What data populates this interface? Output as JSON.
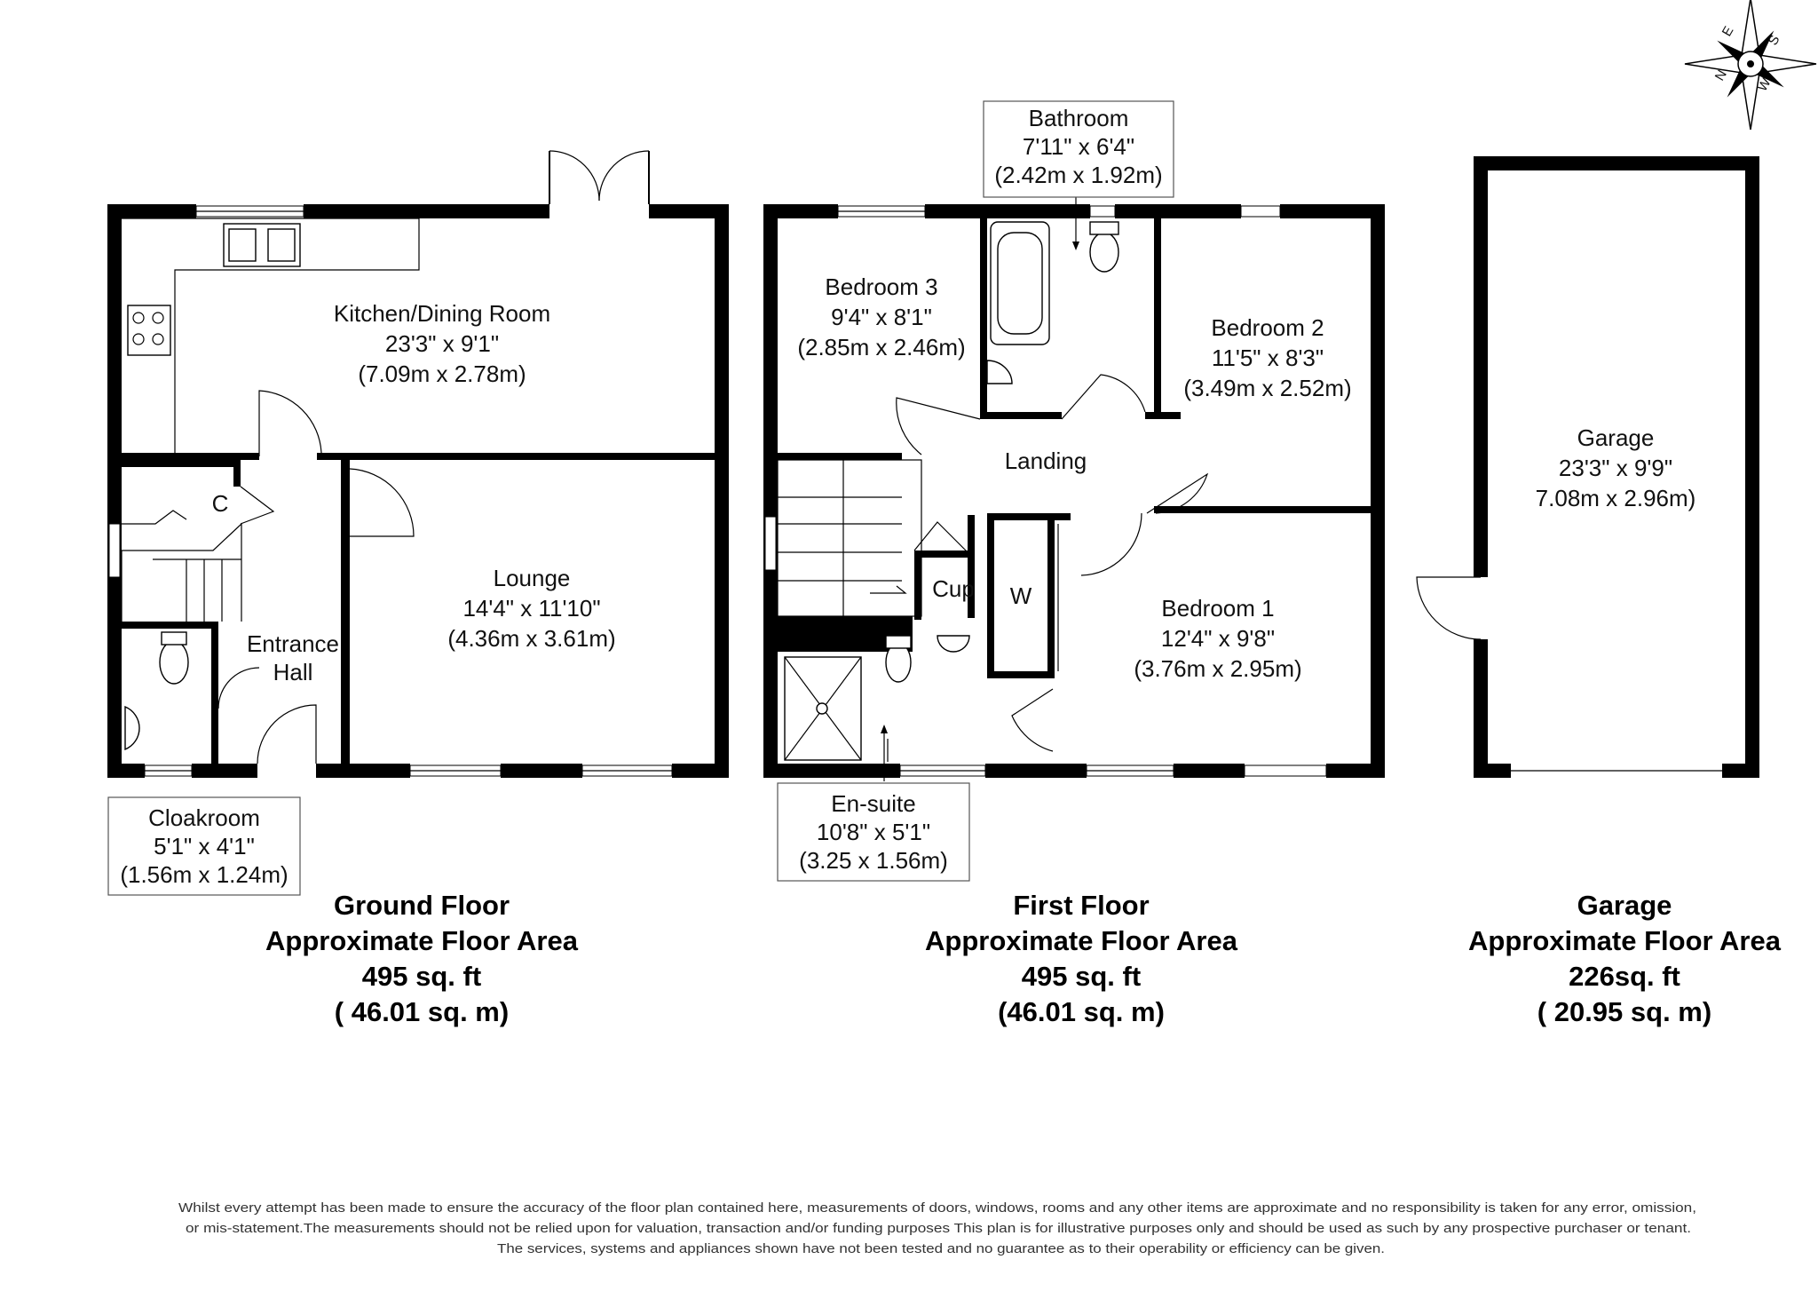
{
  "ground_floor": {
    "kitchen": {
      "name": "Kitchen/Dining Room",
      "imperial": "23'3\" x 9'1\"",
      "metric": "(7.09m x 2.78m)"
    },
    "lounge": {
      "name": "Lounge",
      "imperial": "14'4\" x 11'10\"",
      "metric": "(4.36m x 3.61m)"
    },
    "entrance": {
      "line1": "Entrance",
      "line2": "Hall"
    },
    "cupboard_label": "C",
    "cloakroom": {
      "name": "Cloakroom",
      "imperial": "5'1\" x 4'1\"",
      "metric": "(1.56m x 1.24m)"
    },
    "caption": {
      "title": "Ground Floor",
      "subtitle": "Approximate Floor Area",
      "sqft": "495 sq. ft",
      "sqm": "( 46.01 sq. m)"
    }
  },
  "first_floor": {
    "bathroom": {
      "name": "Bathroom",
      "imperial": "7'11\" x 6'4\"",
      "metric": "(2.42m x 1.92m)"
    },
    "bedroom3": {
      "name": "Bedroom 3",
      "imperial": "9'4\" x 8'1\"",
      "metric": "(2.85m x 2.46m)"
    },
    "bedroom2": {
      "name": "Bedroom 2",
      "imperial": "11'5\" x 8'3\"",
      "metric": "(3.49m x 2.52m)"
    },
    "bedroom1": {
      "name": "Bedroom 1",
      "imperial": "12'4\" x 9'8\"",
      "metric": "(3.76m x 2.95m)"
    },
    "landing": "Landing",
    "cup": "Cup",
    "wardrobe": "W",
    "ensuite": {
      "name": "En-suite",
      "imperial": "10'8\" x 5'1\"",
      "metric": "(3.25 x 1.56m)"
    },
    "caption": {
      "title": "First Floor",
      "subtitle": "Approximate Floor Area",
      "sqft": "495 sq. ft",
      "sqm": "(46.01 sq. m)"
    }
  },
  "garage": {
    "name": "Garage",
    "imperial": "23'3\" x 9'9\"",
    "metric": "7.08m x 2.96m)",
    "caption": {
      "title": "Garage",
      "subtitle": "Approximate Floor Area",
      "sqft": "226sq. ft",
      "sqm": "( 20.95 sq. m)"
    }
  },
  "compass": {
    "icon": "compass-rose-icon",
    "letters": [
      "E",
      "S",
      "W",
      "N"
    ]
  },
  "disclaimer": [
    "Whilst every attempt has been made to ensure the accuracy of the floor plan contained here, measurements of doors, windows, rooms and any other items are approximate and no responsibility is taken for any error, omission,",
    "or mis-statement.The measurements should not be relied upon for valuation, transaction and/or funding purposes This plan is for illustrative purposes only and should be used as such by any prospective purchaser or tenant.",
    "The services, systems and appliances shown have not been tested and no guarantee as to their operability or efficiency can be given."
  ]
}
